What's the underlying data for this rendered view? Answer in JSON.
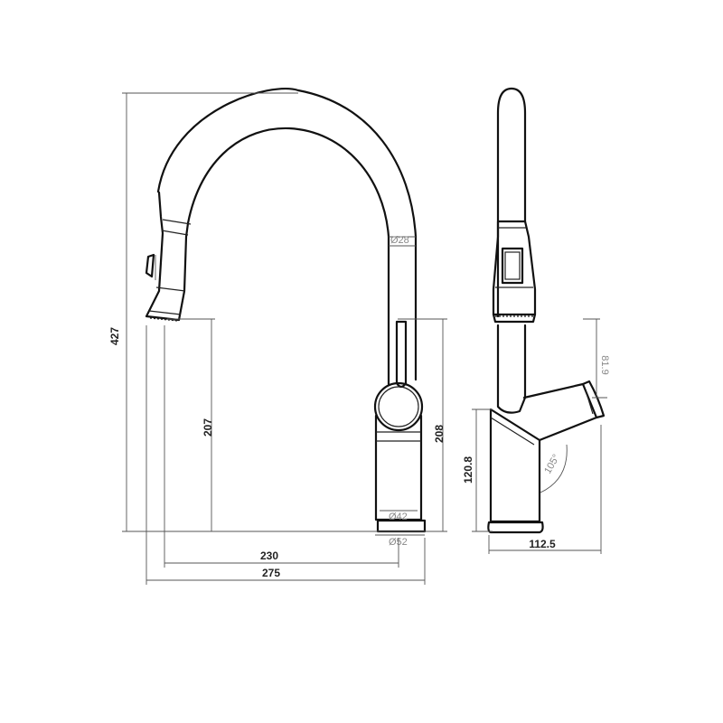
{
  "dimensions": {
    "overall_height": "427",
    "spout_height": "207",
    "body_height": "208",
    "spout_reach": "230",
    "overall_width": "275",
    "spout_dia": "Ø28",
    "body_dia": "Ø42",
    "base_dia": "Ø52",
    "side_base_height": "120.8",
    "side_depth": "112.5",
    "handle_length": "81.9",
    "handle_angle": "105°"
  }
}
